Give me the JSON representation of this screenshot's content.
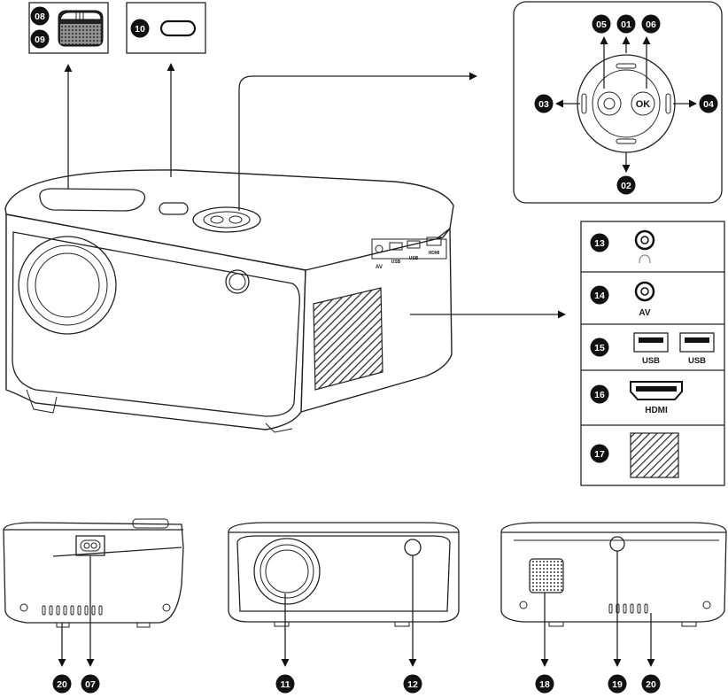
{
  "callouts": {
    "n01": "01",
    "n02": "02",
    "n03": "03",
    "n04": "04",
    "n05": "05",
    "n06": "06",
    "n07": "07",
    "n08": "08",
    "n09": "09",
    "n10": "10",
    "n11": "11",
    "n12": "12",
    "n13": "13",
    "n14": "14",
    "n15": "15",
    "n16": "16",
    "n17": "17",
    "n18": "18",
    "n19": "19",
    "n20a": "20",
    "n20b": "20"
  },
  "control_panel": {
    "ok_label": "OK"
  },
  "ports_panel": {
    "av_label": "AV",
    "usb_label_1": "USB",
    "usb_label_2": "USB",
    "hdmi_label": "HDMI"
  },
  "device_side_ports": {
    "av": "AV",
    "usb1": "USB",
    "usb2": "USB",
    "hdmi": "HDMI"
  },
  "colors": {
    "ink": "#1a1a1a",
    "badge": "#111111",
    "background": "#ffffff"
  }
}
